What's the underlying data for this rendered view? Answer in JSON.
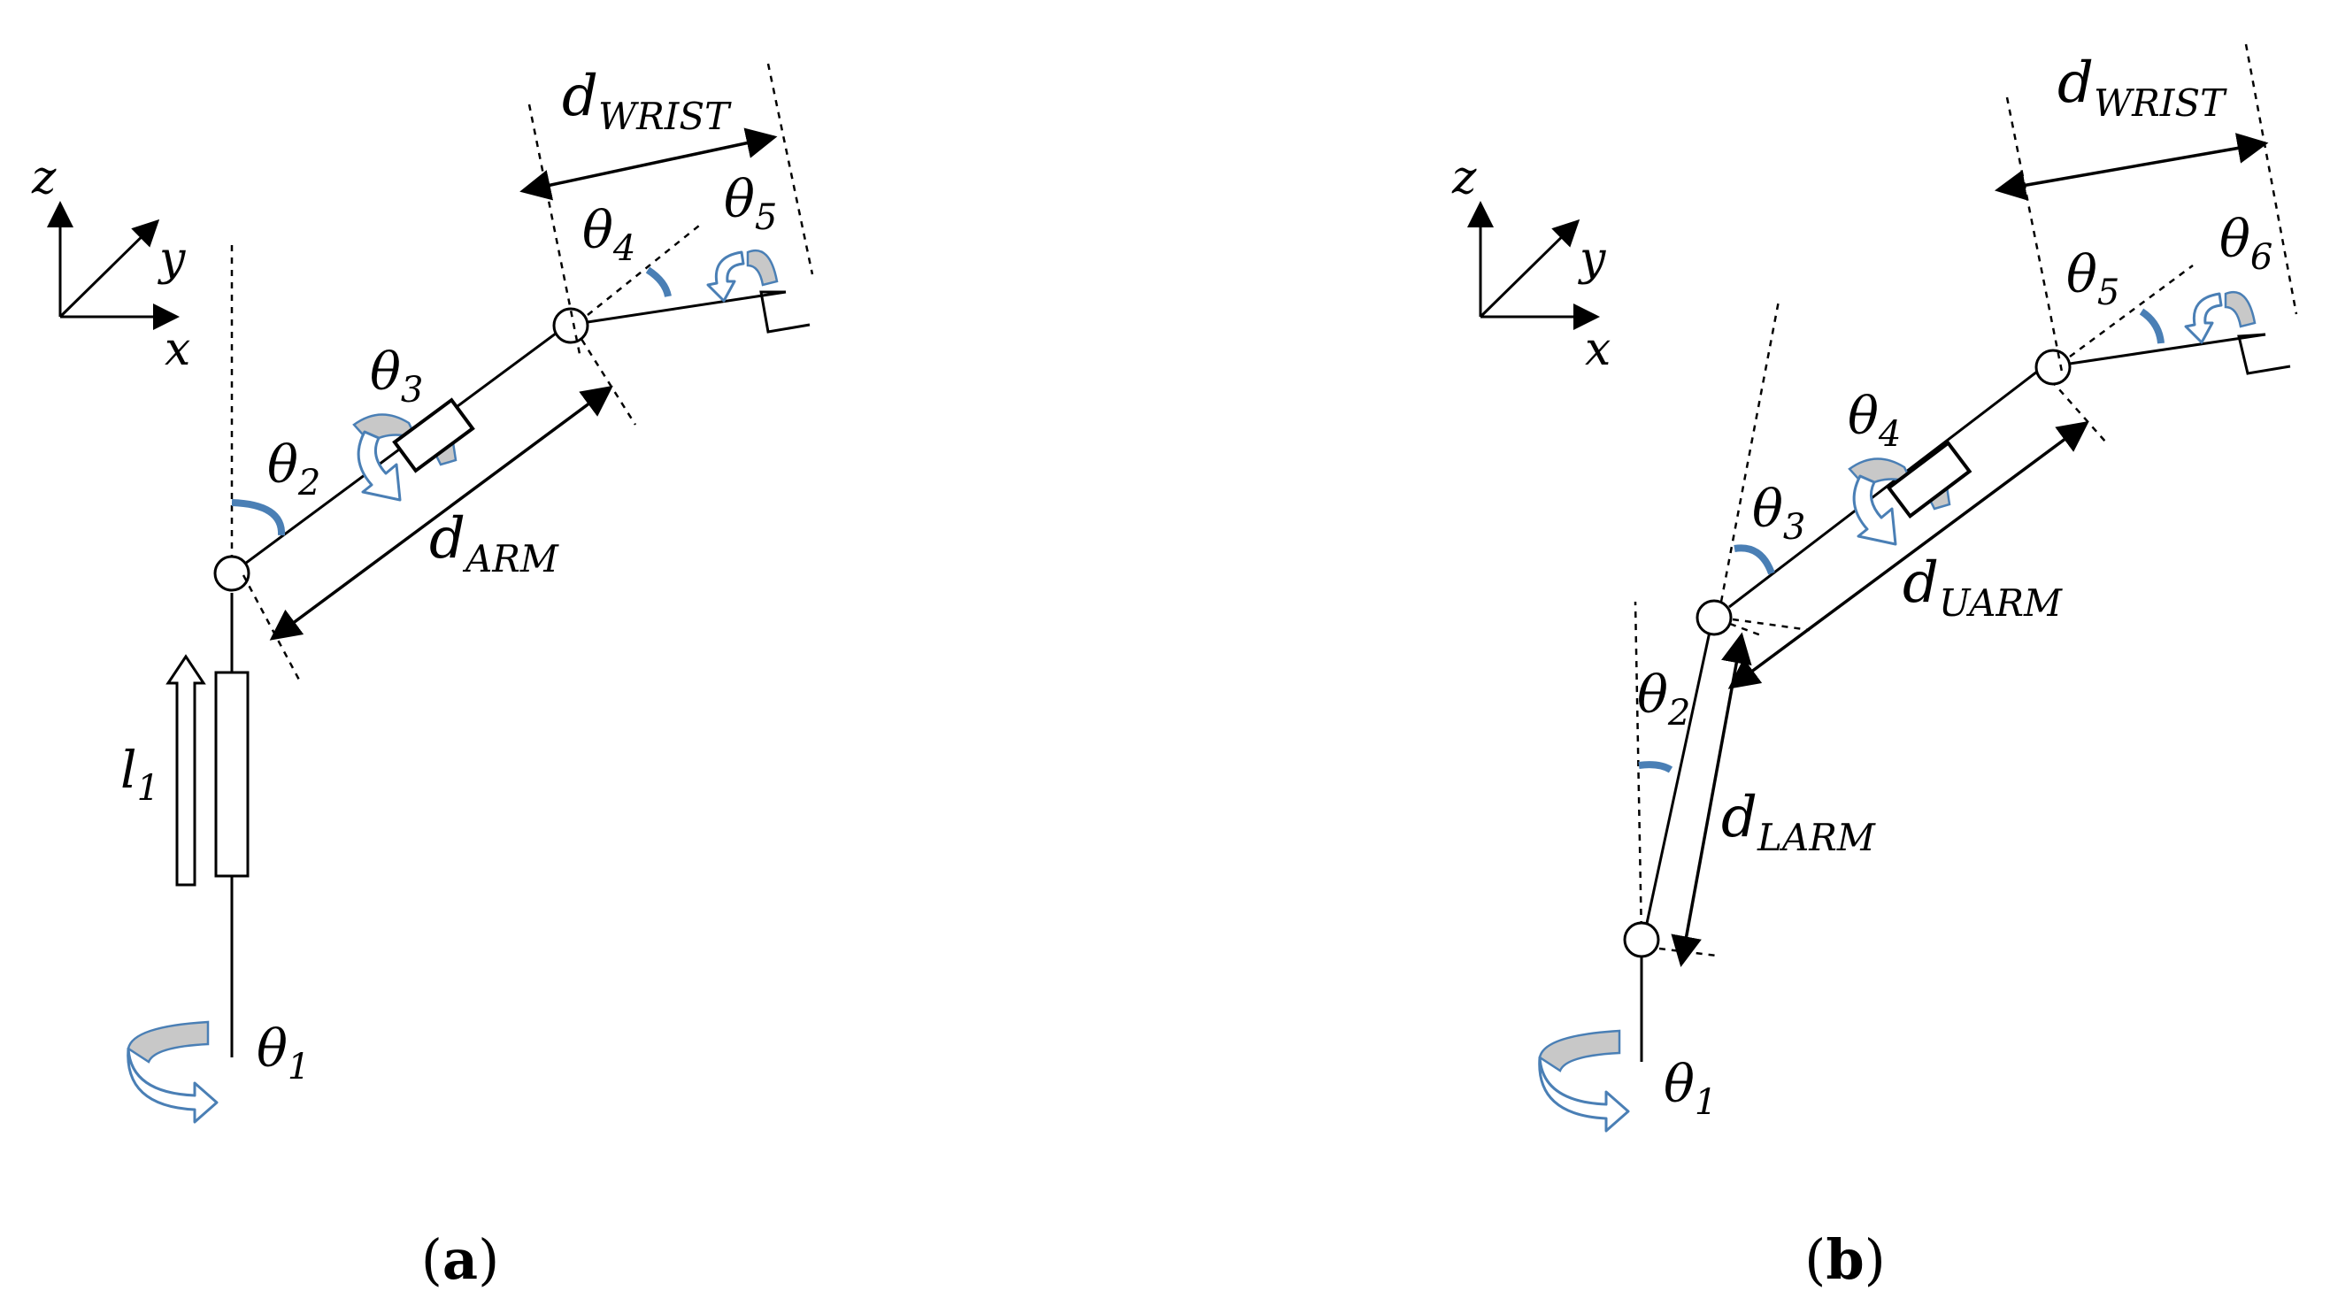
{
  "panels": [
    {
      "caption_open": "(",
      "caption_letter": "a",
      "caption_close": ")",
      "axes": {
        "z": "z",
        "y": "y",
        "x": "x"
      },
      "labels": {
        "theta1": {
          "sym": "θ",
          "sub": "1"
        },
        "theta2": {
          "sym": "θ",
          "sub": "2"
        },
        "theta3": {
          "sym": "θ",
          "sub": "3"
        },
        "theta4": {
          "sym": "θ",
          "sub": "4"
        },
        "theta5": {
          "sym": "θ",
          "sub": "5"
        },
        "l1": {
          "sym": "l",
          "sub": "1"
        },
        "d_arm": {
          "sym": "d",
          "sub": "ARM"
        },
        "d_wrist": {
          "sym": "d",
          "sub": "WRIST"
        }
      }
    },
    {
      "caption_open": "(",
      "caption_letter": "b",
      "caption_close": ")",
      "axes": {
        "z": "z",
        "y": "y",
        "x": "x"
      },
      "labels": {
        "theta1": {
          "sym": "θ",
          "sub": "1"
        },
        "theta2": {
          "sym": "θ",
          "sub": "2"
        },
        "theta3": {
          "sym": "θ",
          "sub": "3"
        },
        "theta4": {
          "sym": "θ",
          "sub": "4"
        },
        "theta5": {
          "sym": "θ",
          "sub": "5"
        },
        "theta6": {
          "sym": "θ",
          "sub": "6"
        },
        "d_larm": {
          "sym": "d",
          "sub": "LARM"
        },
        "d_uarm": {
          "sym": "d",
          "sub": "UARM"
        },
        "d_wrist": {
          "sym": "d",
          "sub": "WRIST"
        }
      }
    }
  ]
}
